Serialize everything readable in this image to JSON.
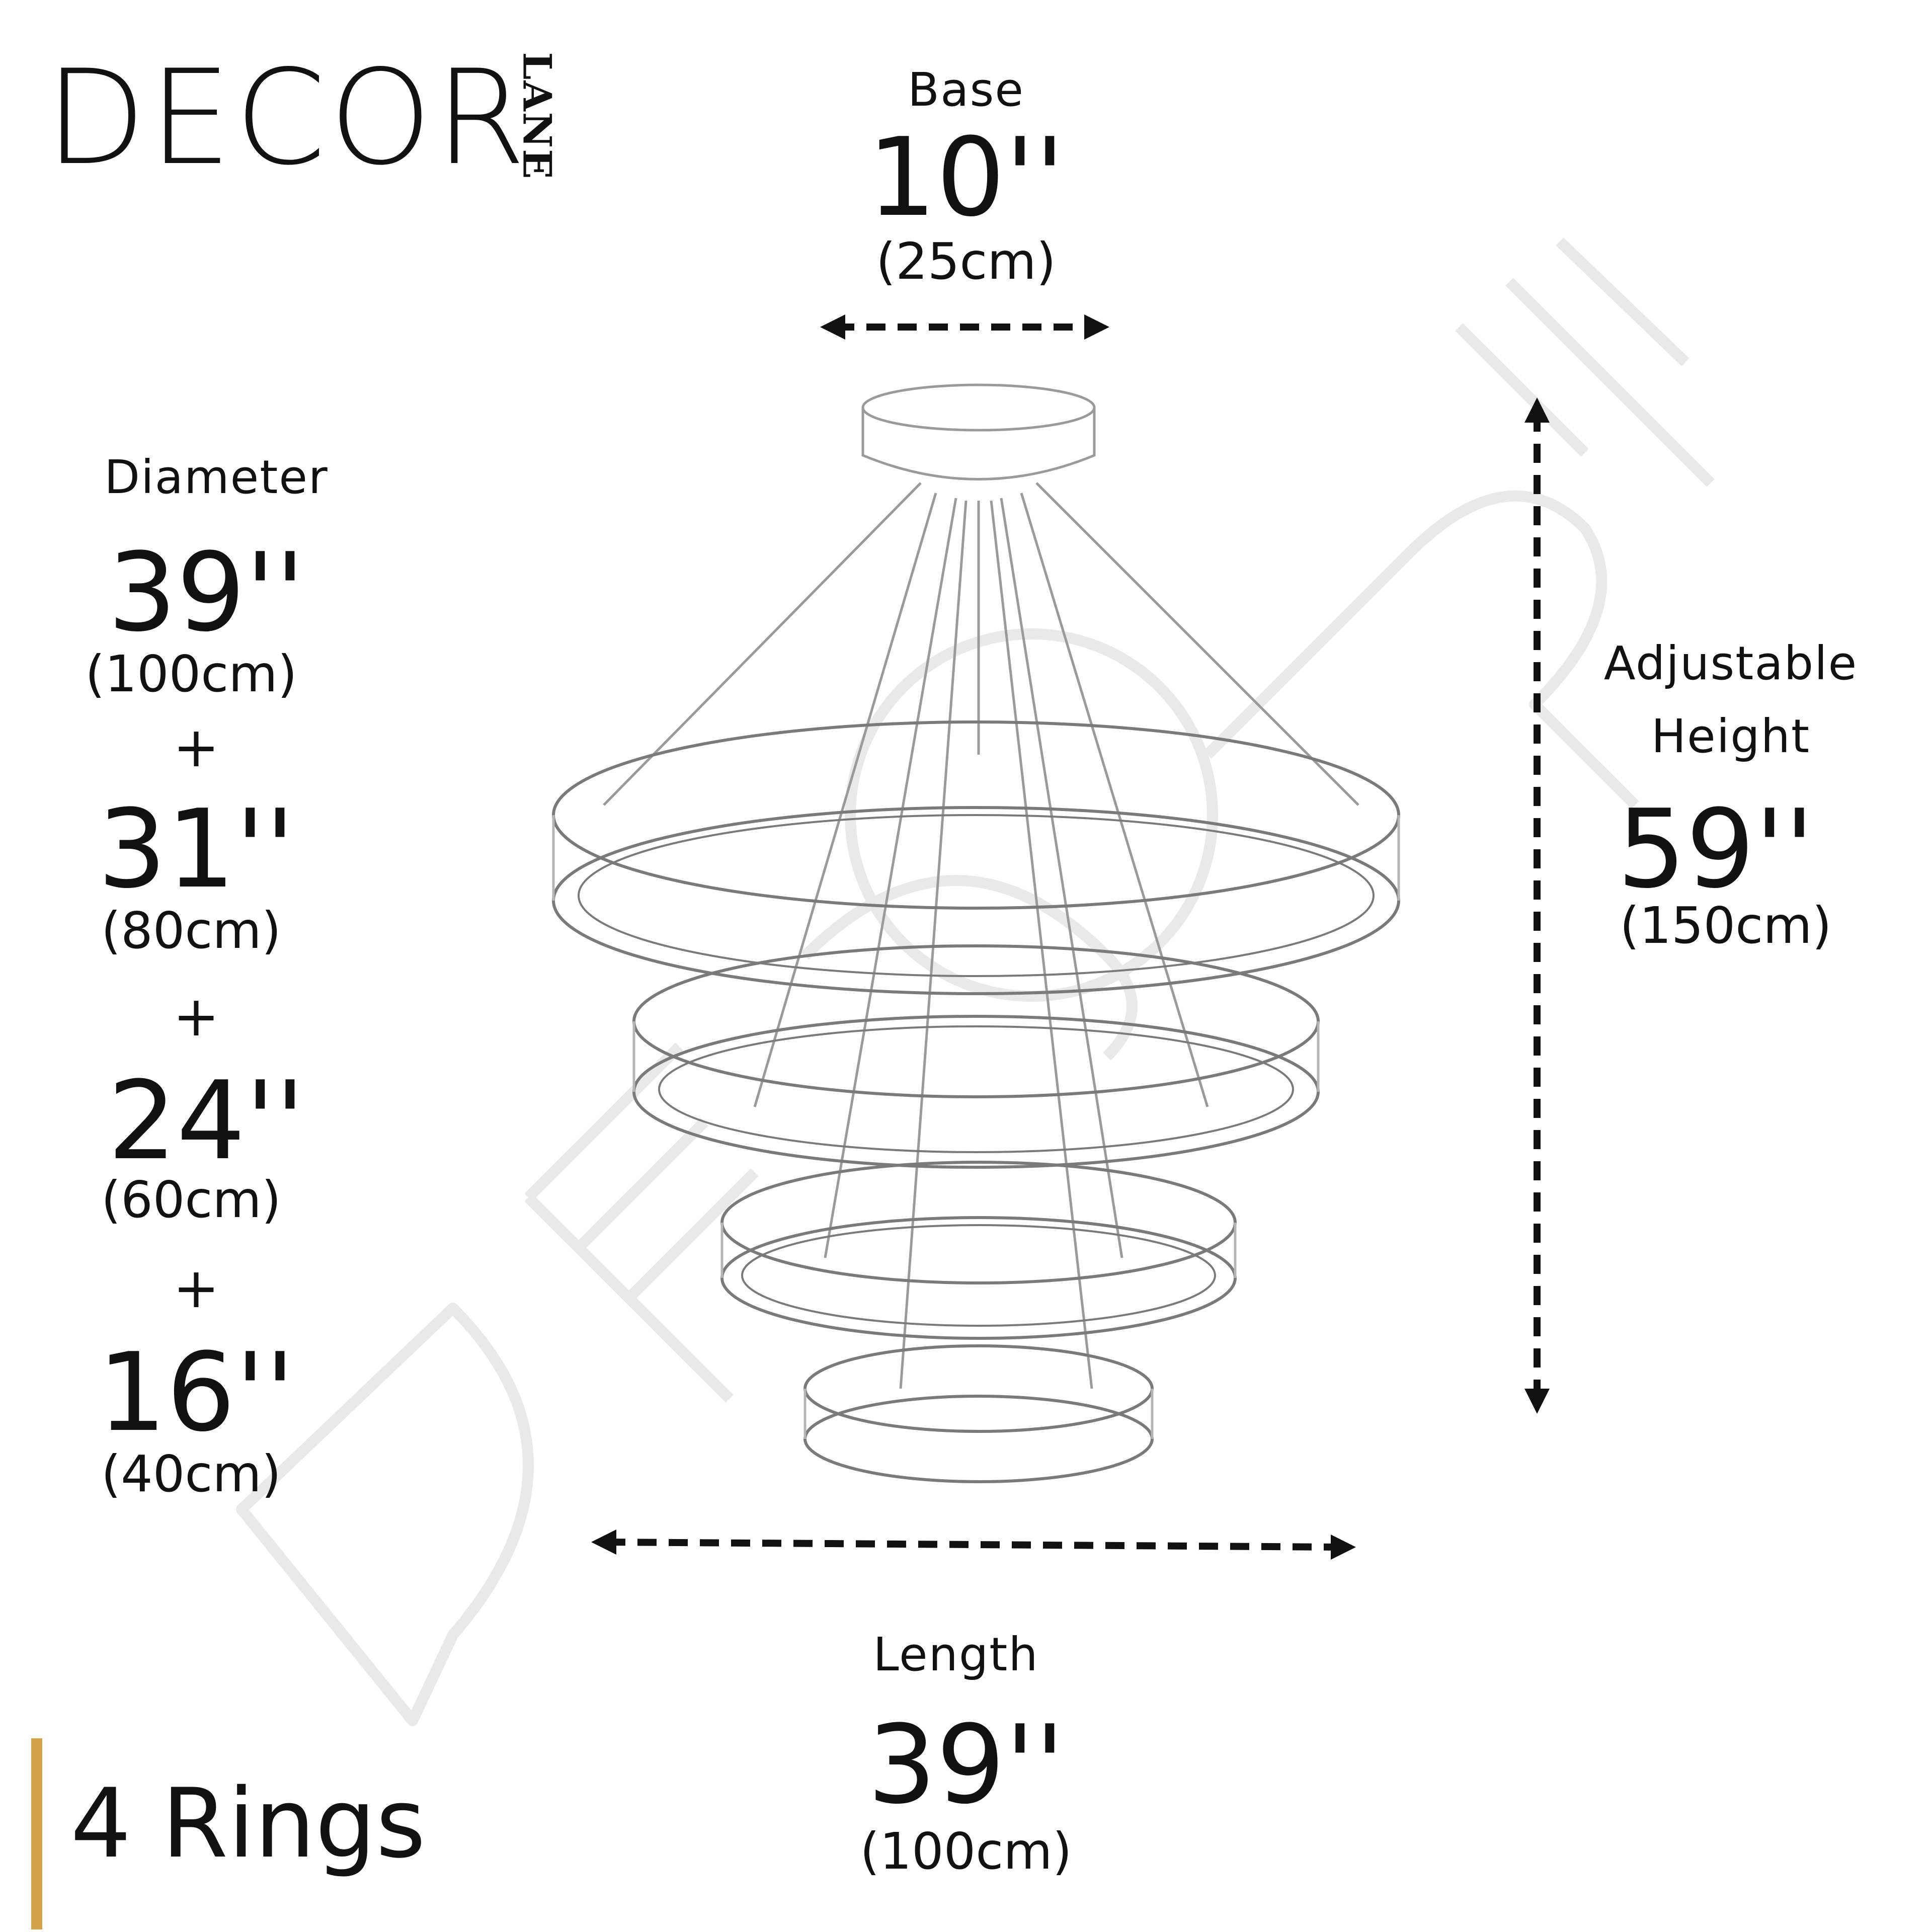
{
  "logo": {
    "main": "DECOR",
    "side": "LANE"
  },
  "base": {
    "label": "Base",
    "inches": "10''",
    "cm": "(25cm)"
  },
  "diameter": {
    "label": "Diameter",
    "sizes": [
      {
        "inches": "39''",
        "cm": "(100cm)"
      },
      {
        "inches": "31''",
        "cm": "(80cm)"
      },
      {
        "inches": "24''",
        "cm": "(60cm)"
      },
      {
        "inches": "16''",
        "cm": "(40cm)"
      }
    ],
    "separator": "+"
  },
  "height": {
    "label_line1": "Adjustable",
    "label_line2": "Height",
    "inches": "59''",
    "cm": "(150cm)"
  },
  "length": {
    "label": "Length",
    "inches": "39''",
    "cm": "(100cm)"
  },
  "rings_label": "4 Rings",
  "colors": {
    "accent": "#D4A24C",
    "text": "#111111",
    "watermark": "#e9e9e9",
    "line": "#bdbdbd"
  },
  "icons": [
    "dimension-arrow-icon",
    "chandelier-illustration",
    "watermark-logo"
  ]
}
